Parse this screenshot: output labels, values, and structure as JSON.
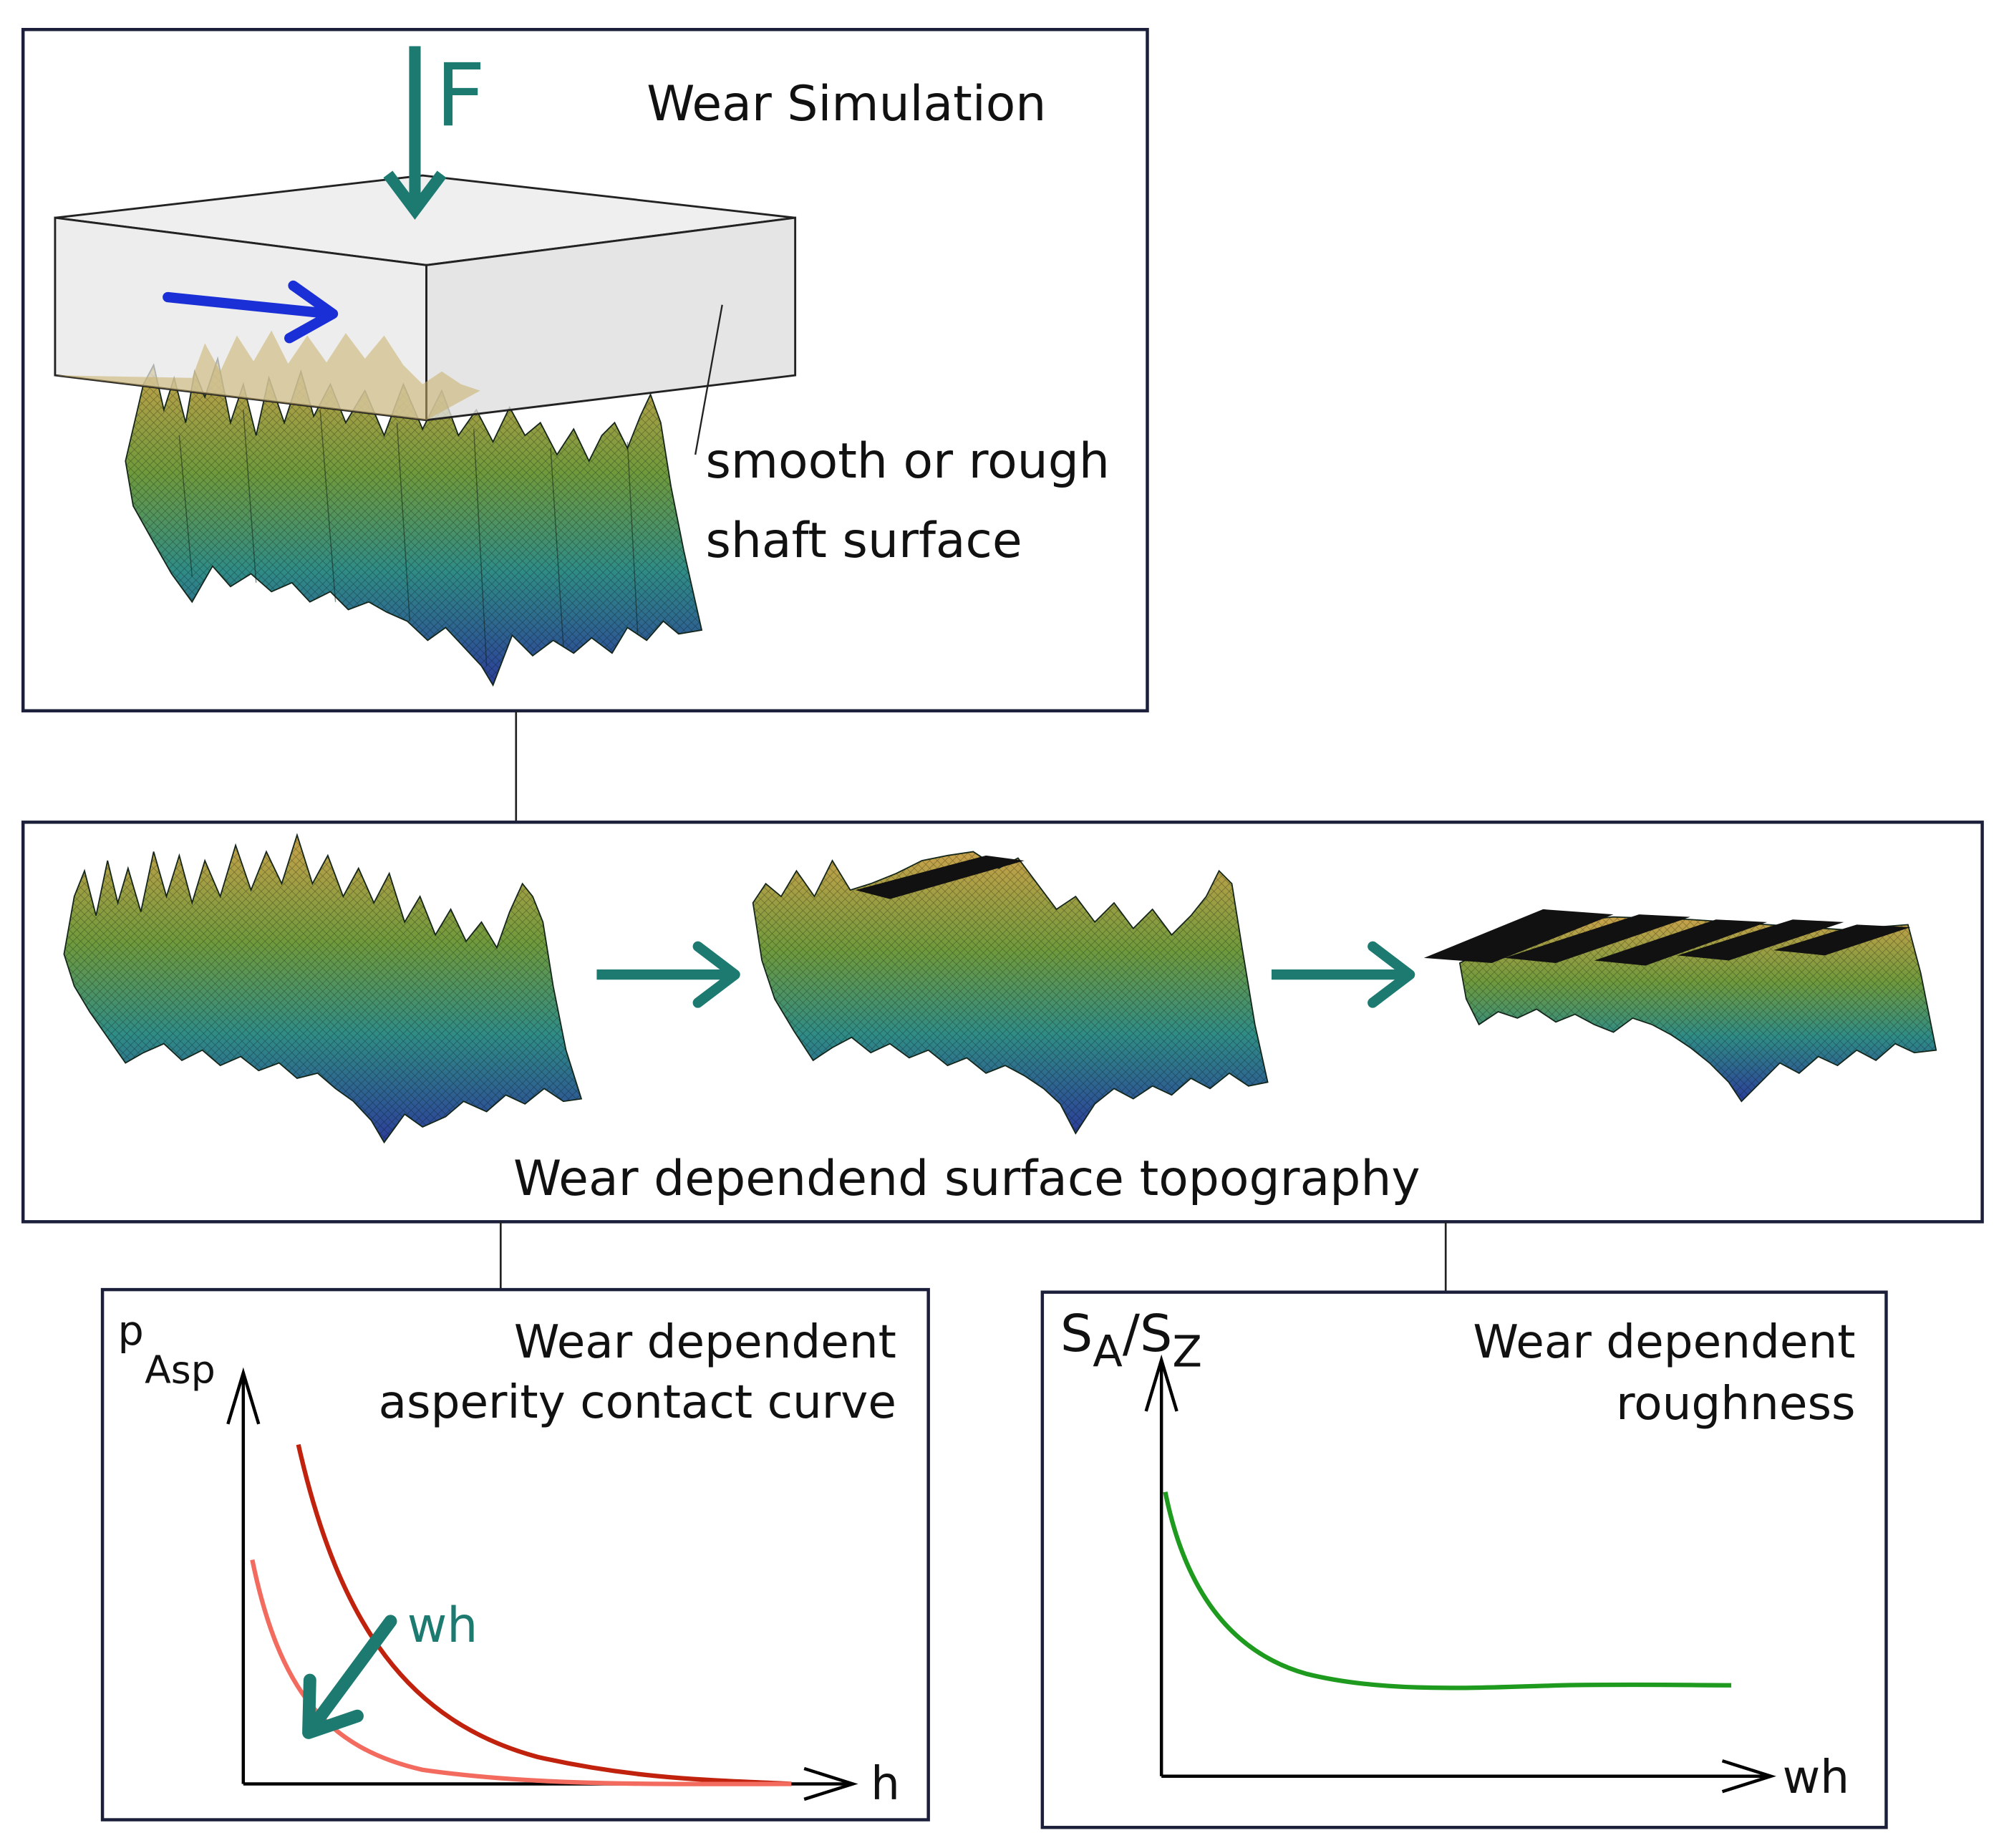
{
  "colors": {
    "frame": "#1c1f3a",
    "teal": "#1c7a70",
    "blue": "#1a2fd6",
    "dark_red": "#c0220d",
    "light_red": "#f26b5e",
    "green": "#1e9a1e",
    "block_fill": "#e7e7e7"
  },
  "icons": {
    "force_arrow": "arrow-down",
    "sliding_arrow": "arrow-right",
    "progress_arrow": "arrow-right",
    "wear_arrow": "arrow-down-left"
  },
  "wear_simulation": {
    "title": "Wear Simulation",
    "force_label": "F",
    "surface_label_line1": "smooth or rough",
    "surface_label_line2": "shaft surface"
  },
  "topography": {
    "caption": "Wear dependend surface topography",
    "stages": 3
  },
  "asperity_panel": {
    "title_line1": "Wear dependent",
    "title_line2": "asperity contact curve",
    "y_label_main": "p",
    "y_label_sub": "Asp",
    "x_label": "h",
    "arrow_label": "wh"
  },
  "roughness_panel": {
    "title_line1": "Wear dependent",
    "title_line2": "roughness",
    "y_label": "S",
    "y_sub1": "A",
    "y_mid": "/S",
    "y_sub2": "Z",
    "x_label": "wh"
  }
}
